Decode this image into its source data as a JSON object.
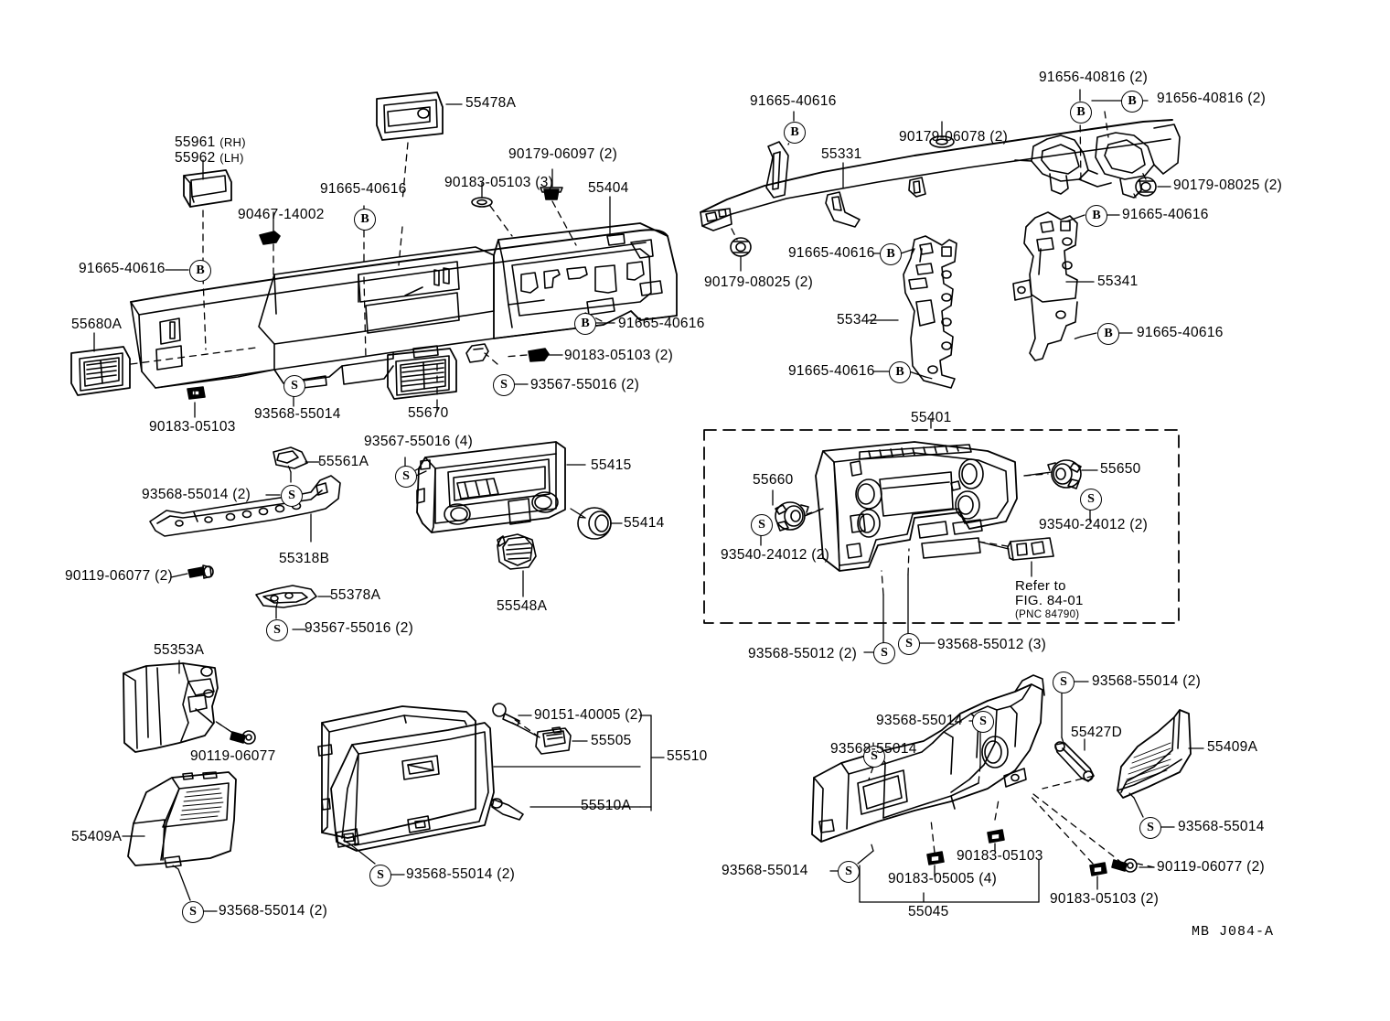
{
  "diagram": {
    "title": "Instrument Panel & Glove Compartment parts diagram",
    "figure_code": "MB J084-A",
    "refer_note_line1": "Refer to",
    "refer_note_line2": "FIG. 84-01",
    "refer_note_line3": "(PNC 84790)",
    "marker_b": "B",
    "marker_s": "S",
    "line_color": "#000000",
    "background_color": "#ffffff"
  },
  "labels": {
    "l_55961": "55961",
    "l_55961_suffix": "(RH)",
    "l_55962": "55962",
    "l_55962_suffix": "(LH)",
    "l_55478A": "55478A",
    "l_9016540616_a": "91665-40616",
    "l_9016540616_b": "91665-40616",
    "l_9016540616_c": "91665-40616",
    "l_9046714002": "90467-14002",
    "l_9017906097": "90179-06097 (2)",
    "l_9018305103_a": "90183-05103 (3)",
    "l_55404": "55404",
    "l_55680A": "55680A",
    "l_9018305103_b": "90183-05103",
    "l_9356855014_a": "93568-55014",
    "l_55670": "55670",
    "l_9018305103_c": "90183-05103 (2)",
    "l_9356755016_a": "93567-55016 (2)",
    "l_9016540616_d": "91665-40616",
    "l_55331": "55331",
    "l_9017906078": "90179-06078 (2)",
    "l_9165640816_a": "91656-40816 (2)",
    "l_9165640816_b": "91656-40816 (2)",
    "l_9017908025_a": "90179-08025 (2)",
    "l_9017908025_b": "90179-08025 (2)",
    "l_9016540616_e": "91665-40616",
    "l_9016540616_f": "91665-40616",
    "l_55341": "55341",
    "l_9016540616_g": "91665-40616",
    "l_55342": "55342",
    "l_9016540616_h": "91665-40616",
    "l_55561A": "55561A",
    "l_9356855014_b": "93568-55014 (2)",
    "l_9356755016_b": "93567-55016 (4)",
    "l_55415": "55415",
    "l_55414": "55414",
    "l_55318B": "55318B",
    "l_9011906077_a": "90119-06077 (2)",
    "l_55378A": "55378A",
    "l_9356755016_c": "93567-55016 (2)",
    "l_55548A": "55548A",
    "l_55401": "55401",
    "l_55660": "55660",
    "l_55650": "55650",
    "l_9354024012_a": "93540-24012 (2)",
    "l_9354024012_b": "93540-24012 (2)",
    "l_9356855012_a": "93568-55012 (2)",
    "l_9356855012_b": "93568-55012 (3)",
    "l_55353A": "55353A",
    "l_9011906077_b": "90119-06077",
    "l_55409A_left": "55409A",
    "l_9356855014_c": "93568-55014 (2)",
    "l_9356855014_d": "93568-55014 (2)",
    "l_9015140005": "90151-40005 (2)",
    "l_55505": "55505",
    "l_55510": "55510",
    "l_55510A": "55510A",
    "l_9356855014_e": "93568-55014",
    "l_9356855014_f": "93568-55014",
    "l_9356855014_g": "93568-55014",
    "l_9356855014_h": "93568-55014 (2)",
    "l_9356855014_i": "93568-55014",
    "l_55427D": "55427D",
    "l_55409A_right": "55409A",
    "l_9018305005": "90183-05005 (4)",
    "l_9018305103_d": "90183-05103",
    "l_9018305103_e": "90183-05103 (2)",
    "l_9011906077_c": "90119-06077 (2)",
    "l_55045": "55045"
  }
}
